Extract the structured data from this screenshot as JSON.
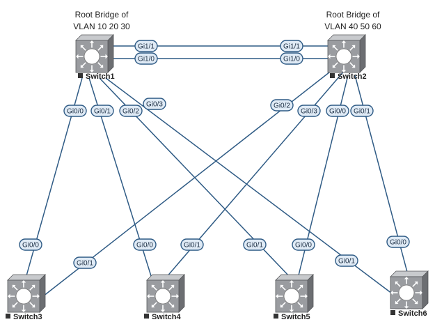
{
  "captions": {
    "left_line1": "Root Bridge of",
    "left_line2": "VLAN 10 20 30",
    "right_line1": "Root Bridge of",
    "right_line2": "VLAN 40 50 60"
  },
  "colors": {
    "link": "#2f5b85",
    "port_fill": "#dfeaf5",
    "port_stroke": "#2f5b85",
    "switch_front": "#9a9ca0",
    "switch_top": "#c8cacd",
    "switch_side": "#6c6e72",
    "label_square": "#333333"
  },
  "switches": [
    {
      "id": "sw1",
      "name": "Switch1",
      "icon": "layer3-switch-icon"
    },
    {
      "id": "sw2",
      "name": "Switch2",
      "icon": "layer3-switch-icon"
    },
    {
      "id": "sw3",
      "name": "Switch3",
      "icon": "layer3-switch-icon"
    },
    {
      "id": "sw4",
      "name": "Switch4",
      "icon": "layer3-switch-icon"
    },
    {
      "id": "sw5",
      "name": "Switch5",
      "icon": "layer3-switch-icon"
    },
    {
      "id": "sw6",
      "name": "Switch6",
      "icon": "layer3-switch-icon"
    }
  ],
  "links": [
    {
      "from": "sw1",
      "from_port": "Gi1/1",
      "to": "sw2",
      "to_port": "Gi1/1"
    },
    {
      "from": "sw1",
      "from_port": "Gi1/0",
      "to": "sw2",
      "to_port": "Gi1/0"
    },
    {
      "from": "sw1",
      "from_port": "Gi0/0",
      "to": "sw3",
      "to_port": "Gi0/0"
    },
    {
      "from": "sw1",
      "from_port": "Gi0/1",
      "to": "sw4",
      "to_port": "Gi0/0"
    },
    {
      "from": "sw1",
      "from_port": "Gi0/2",
      "to": "sw5",
      "to_port": "Gi0/1"
    },
    {
      "from": "sw1",
      "from_port": "Gi0/3",
      "to": "sw6",
      "to_port": "Gi0/1"
    },
    {
      "from": "sw2",
      "from_port": "Gi0/2",
      "to": "sw3",
      "to_port": "Gi0/1"
    },
    {
      "from": "sw2",
      "from_port": "Gi0/3",
      "to": "sw4",
      "to_port": "Gi0/1"
    },
    {
      "from": "sw2",
      "from_port": "Gi0/0",
      "to": "sw5",
      "to_port": "Gi0/0"
    },
    {
      "from": "sw2",
      "from_port": "Gi0/1",
      "to": "sw6",
      "to_port": "Gi0/0"
    }
  ]
}
